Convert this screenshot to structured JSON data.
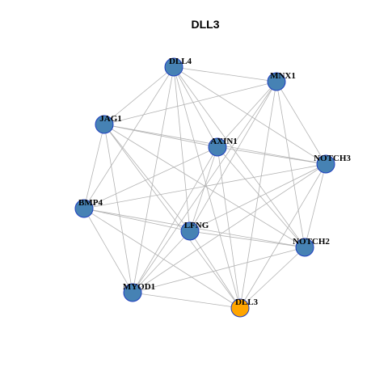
{
  "graph": {
    "title": "DLL3",
    "node_fill": "#4682b4",
    "highlight_fill": "#ffa500",
    "node_stroke": "#1f3fbf",
    "edge_color": "#b3b3b3",
    "nodes": [
      {
        "id": "DLL4",
        "label": "DLL4",
        "highlight": false
      },
      {
        "id": "MNX1",
        "label": "MNX1",
        "highlight": false
      },
      {
        "id": "JAG1",
        "label": "JAG1",
        "highlight": false
      },
      {
        "id": "AXIN1",
        "label": "AXIN1",
        "highlight": false
      },
      {
        "id": "NOTCH3",
        "label": "NOTCH3",
        "highlight": false
      },
      {
        "id": "BMP4",
        "label": "BMP4",
        "highlight": false
      },
      {
        "id": "LFNG",
        "label": "LFNG",
        "highlight": false
      },
      {
        "id": "NOTCH2",
        "label": "NOTCH2",
        "highlight": false
      },
      {
        "id": "MYOD1",
        "label": "MYOD1",
        "highlight": false
      },
      {
        "id": "DLL3",
        "label": "DLL3",
        "highlight": true
      }
    ],
    "edges": [
      [
        "DLL4",
        "MNX1"
      ],
      [
        "DLL4",
        "JAG1"
      ],
      [
        "DLL4",
        "BMP4"
      ],
      [
        "DLL4",
        "AXIN1"
      ],
      [
        "DLL4",
        "LFNG"
      ],
      [
        "DLL4",
        "MYOD1"
      ],
      [
        "DLL4",
        "DLL3"
      ],
      [
        "DLL4",
        "NOTCH3"
      ],
      [
        "DLL4",
        "NOTCH2"
      ],
      [
        "MNX1",
        "JAG1"
      ],
      [
        "MNX1",
        "AXIN1"
      ],
      [
        "MNX1",
        "LFNG"
      ],
      [
        "MNX1",
        "MYOD1"
      ],
      [
        "MNX1",
        "DLL3"
      ],
      [
        "MNX1",
        "NOTCH3"
      ],
      [
        "MNX1",
        "NOTCH2"
      ],
      [
        "JAG1",
        "BMP4"
      ],
      [
        "JAG1",
        "AXIN1"
      ],
      [
        "JAG1",
        "LFNG"
      ],
      [
        "JAG1",
        "MYOD1"
      ],
      [
        "JAG1",
        "DLL3"
      ],
      [
        "JAG1",
        "NOTCH3"
      ],
      [
        "JAG1",
        "NOTCH2"
      ],
      [
        "AXIN1",
        "NOTCH3"
      ],
      [
        "AXIN1",
        "BMP4"
      ],
      [
        "AXIN1",
        "LFNG"
      ],
      [
        "AXIN1",
        "MYOD1"
      ],
      [
        "AXIN1",
        "DLL3"
      ],
      [
        "AXIN1",
        "NOTCH2"
      ],
      [
        "NOTCH3",
        "BMP4"
      ],
      [
        "NOTCH3",
        "LFNG"
      ],
      [
        "NOTCH3",
        "MYOD1"
      ],
      [
        "NOTCH3",
        "DLL3"
      ],
      [
        "NOTCH3",
        "NOTCH2"
      ],
      [
        "BMP4",
        "LFNG"
      ],
      [
        "BMP4",
        "MYOD1"
      ],
      [
        "BMP4",
        "DLL3"
      ],
      [
        "BMP4",
        "NOTCH2"
      ],
      [
        "LFNG",
        "NOTCH2"
      ],
      [
        "LFNG",
        "DLL3"
      ],
      [
        "LFNG",
        "MYOD1"
      ],
      [
        "NOTCH2",
        "MYOD1"
      ],
      [
        "NOTCH2",
        "DLL3"
      ],
      [
        "MYOD1",
        "DLL3"
      ]
    ]
  }
}
